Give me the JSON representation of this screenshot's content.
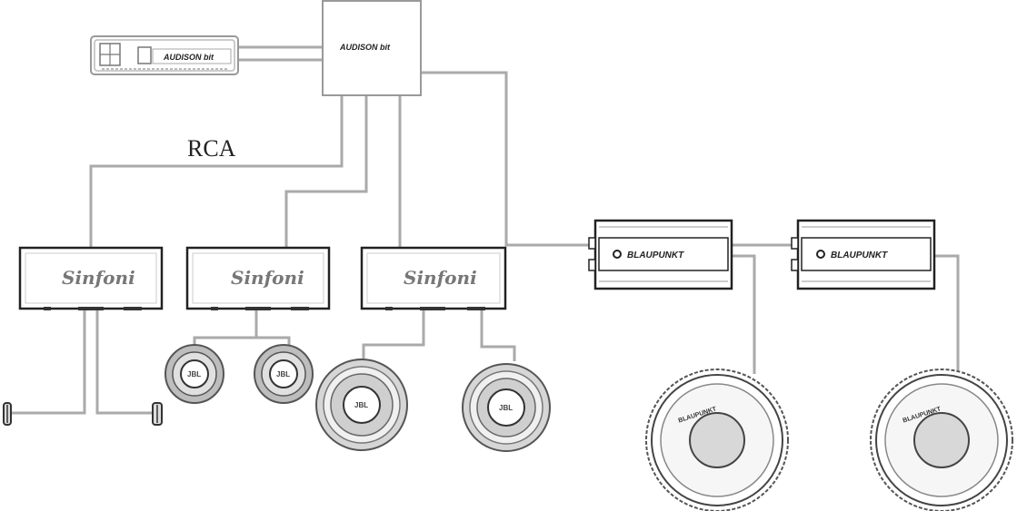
{
  "labels": {
    "rca": "RCA",
    "processor": "AUDISON bit",
    "head_unit_brand": "AUDISON bit",
    "amp_brand": "Sinfoni",
    "mono_amp_brand": "BLAUPUNKT",
    "speaker_brand": "JBL",
    "woofer_brand": "BLAUPUNKT"
  },
  "colors": {
    "wire": "#aaaaaa",
    "outline": "#222222",
    "background": "#ffffff"
  }
}
